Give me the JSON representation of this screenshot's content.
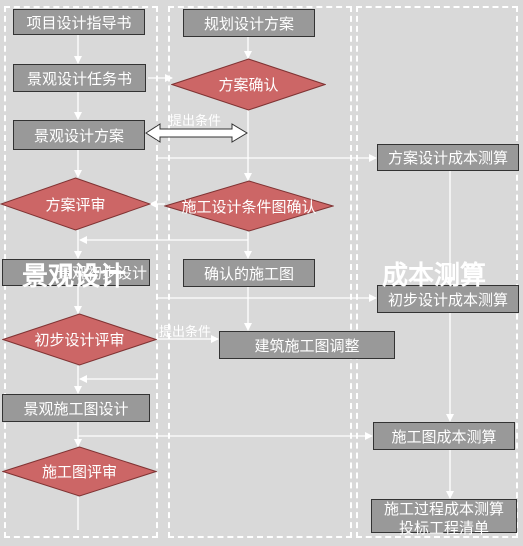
{
  "lanes": {
    "landscape_title": "景观设计",
    "cost_title": "成本测算"
  },
  "boxes": {
    "project_guide": "项目设计指导书",
    "planning_scheme": "规划设计方案",
    "landscape_task": "景观设计任务书",
    "landscape_scheme": "景观设计方案",
    "scheme_cost": "方案设计成本测算",
    "landscape_preliminary": "景观初步设计",
    "confirmed_construction": "确认的施工图",
    "preliminary_cost": "初步设计成本测算",
    "building_adjust": "建筑施工图调整",
    "landscape_construction": "景观施工图设计",
    "construction_cost": "施工图成本测算",
    "process_cost_line1": "施工过程成本测算",
    "process_cost_line2": "投标工程清单"
  },
  "decisions": {
    "scheme_confirm": "方案确认",
    "scheme_review": "方案评审",
    "construction_conditions": "施工设计条件图确认",
    "preliminary_review": "初步设计评审",
    "construction_review": "施工图评审"
  },
  "notes": {
    "conditions_1": "提出条件",
    "conditions_2": "提出条件"
  },
  "colors": {
    "background": "#d9d9d9",
    "box_fill": "#999999",
    "decision_fill": "#cc6666",
    "lines": "#ffffff"
  }
}
